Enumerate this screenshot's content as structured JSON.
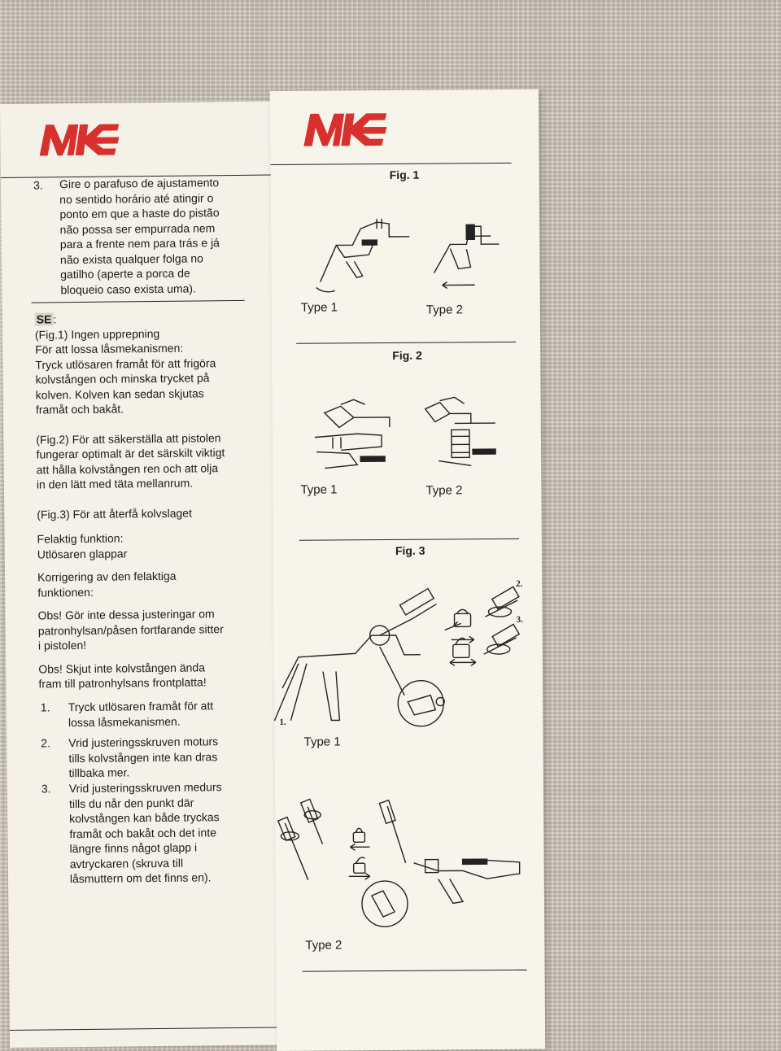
{
  "left_column": {
    "pt_item3_number": "3.",
    "pt_item3_lines": [
      "Gire o parafuso de ajustamento",
      "no sentido horário até atingir o",
      "ponto em que a haste do pistão",
      "não possa ser empurrada nem",
      "para a frente nem para trás e já",
      "não exista qualquer folga no",
      "gatilho (aperte a porca de",
      "bloqueio caso exista uma)."
    ],
    "se_heading": "SE",
    "se_colon": ":",
    "fig1_para": [
      "(Fig.1) Ingen upprepning",
      "För att lossa låsmekanismen:",
      "Tryck utlösaren framåt för att frigöra",
      "kolvstången och minska trycket på",
      "kolven. Kolven kan sedan skjutas",
      "framåt och bakåt."
    ],
    "fig2_para": [
      "(Fig.2) För att säkerställa att pistolen",
      "fungerar optimalt är det särskilt viktigt",
      "att hålla kolvstången ren och att olja",
      "in den lätt med täta mellanrum."
    ],
    "fig3_para": "(Fig.3) För att återfå kolvslaget",
    "malfunction": [
      "Felaktig funktion:",
      "Utlösaren glappar"
    ],
    "correction": [
      "Korrigering av den felaktiga",
      "funktionen:"
    ],
    "note1": [
      "Obs! Gör inte dessa justeringar om",
      "patronhylsan/påsen fortfarande sitter",
      "i pistolen!"
    ],
    "note2": [
      "Obs! Skjut inte kolvstången ända",
      "fram till patronhylsans frontplatta!"
    ],
    "steps": [
      {
        "n": "1.",
        "lines": [
          "Tryck utlösaren framåt för att",
          "lossa låsmekanismen."
        ]
      },
      {
        "n": "2.",
        "lines": [
          "Vrid justeringsskruven moturs",
          "tills kolvstången inte kan dras",
          "tillbaka mer."
        ]
      },
      {
        "n": "3.",
        "lines": [
          "Vrid justeringsskruven medurs",
          "tills du når den punkt där",
          "kolvstången kan både tryckas",
          "framåt och bakåt och det inte",
          "längre finns något glapp i",
          "avtryckaren (skruva till",
          "låsmuttern om det finns en)."
        ]
      }
    ]
  },
  "right_column": {
    "fig1_title": "Fig. 1",
    "fig2_title": "Fig. 2",
    "fig3_title": "Fig. 3",
    "type1": "Type 1",
    "type2": "Type 2",
    "callout_1": "1.",
    "callout_2": "2.",
    "callout_3": "3."
  },
  "colors": {
    "logo_red": "#d8302c",
    "paper": "#f5f2ea",
    "ink": "#1c1c1c"
  }
}
